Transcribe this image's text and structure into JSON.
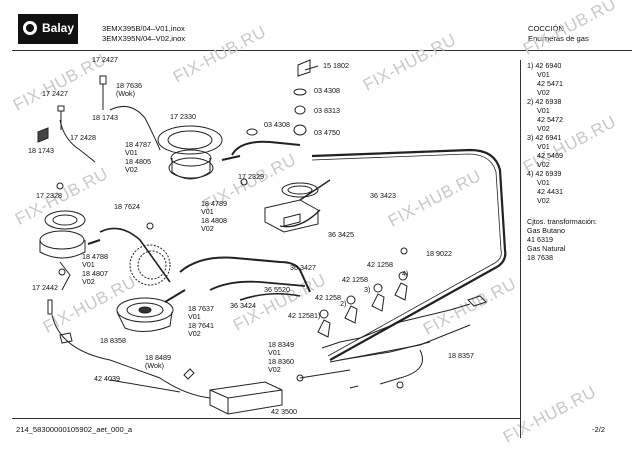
{
  "header": {
    "brand": "Balay",
    "models": [
      "3EMX395B/04–V01,inox",
      "3EMX395N/04–V02,inox"
    ],
    "category": "COCCIÓN",
    "subcategory": "Encimeras de gas"
  },
  "watermark": "FIX-HUB.RU",
  "parts": {
    "p172427a": "17 2427",
    "p187636": "18 7636\n(Wok)",
    "p187743a": "18 1743",
    "p172427b": "17 2427",
    "p172428": "17 2428",
    "p181743b": "18 1743",
    "p151802": "15 1802",
    "p034308a": "03 4308",
    "p038313": "03 8313",
    "p034308b": "03 4308",
    "p034750": "03 4750",
    "p172330": "17 2330",
    "p184787": "18 4787\nV01\n18 4805\nV02",
    "p172328": "17 2328",
    "p172329": "17 2329",
    "p187624": "18 7624",
    "p184789": "18 4789\nV01\n18 4808\nV02",
    "p363423": "36 3423",
    "p363425": "36 3425",
    "p363427": "36 3427",
    "p184788": "18 4788\nV01\n18 4807\nV02",
    "p421258a": "42 1258",
    "p189022": "18 9022",
    "p365520": "36 5520",
    "p421258b": "42 1258",
    "p363424": "36 3424",
    "p172442": "17 2442",
    "p187637": "18 7637\nV01\n18 7641\nV02",
    "p421258c": "42 1258",
    "p188358": "18 8358",
    "p188489": "18 8489\n(Wok)",
    "p188349": "18 8349\nV01\n18 8360\nV02",
    "p188357": "18 8357",
    "p424039": "42 4039",
    "p423500": "42 3500",
    "c1": "1)",
    "c2": "2)",
    "c3": "3)",
    "c4": "4)"
  },
  "legend": {
    "lines": [
      "1) 42 6940",
      "V01",
      "42 5471",
      "V02",
      "2) 42 6938",
      "V01",
      "42 5472",
      "V02",
      "3) 42 6941",
      "V01",
      "42 5469",
      "V02",
      "4) 42 6939",
      "V01",
      "42 4431",
      "V02",
      "",
      "Cjtos. transformación:",
      "Gas Butano",
      "41 6319",
      "Gas Natural",
      "18 7638"
    ]
  },
  "footer": {
    "code": "214_58300000105902_aet_000_a",
    "page": "-2/2"
  }
}
